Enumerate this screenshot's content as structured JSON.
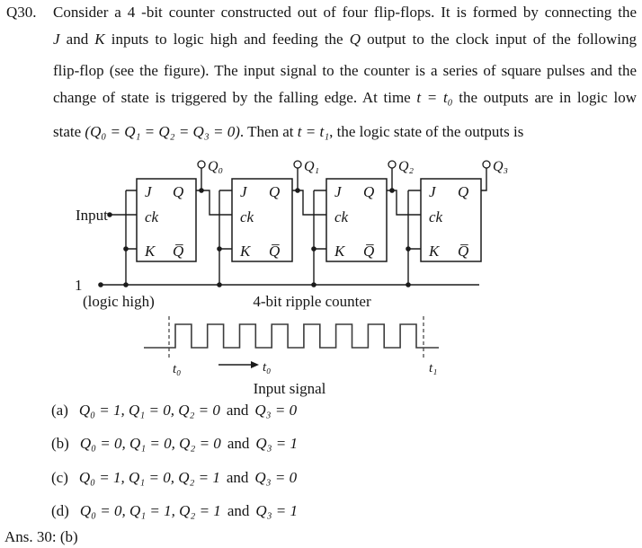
{
  "question": {
    "number": "Q30.",
    "lines": [
      {
        "segs": [
          {
            "t": "Consider a 4 -bit counter constructed out of four flip-flops. It is formed by connecting the"
          }
        ]
      },
      {
        "segs": [
          {
            "t": "J",
            "i": true
          },
          {
            "t": " and "
          },
          {
            "t": "K",
            "i": true
          },
          {
            "t": " inputs to logic high and feeding the "
          },
          {
            "t": "Q",
            "i": true
          },
          {
            "t": " output to the clock input of the following"
          }
        ]
      },
      {
        "segs": [
          {
            "t": "flip-flop (see the figure). The input signal to the counter is a series of square pulses and the"
          }
        ]
      },
      {
        "segs": [
          {
            "t": "change of state is triggered by the falling edge. At time "
          },
          {
            "t": "t = t₀",
            "i": true
          },
          {
            "t": " the outputs are in logic low"
          }
        ]
      },
      {
        "segs": [
          {
            "t": "state "
          },
          {
            "t": "(Q₀ = Q₁ = Q₂ = Q₃ = 0)",
            "i": true
          },
          {
            "t": ". Then at "
          },
          {
            "t": "t = t₁",
            "i": true
          },
          {
            "t": ", the logic state of the outputs is"
          }
        ]
      }
    ]
  },
  "circuit": {
    "pins": {
      "j": "J",
      "ck": "ck",
      "k": "K",
      "q": "Q",
      "qbar": "Q̅"
    },
    "outputs": [
      "Q₀",
      "Q₁",
      "Q₂",
      "Q₃"
    ],
    "input_label": "Input",
    "logic_one": "1",
    "logic_high": "(logic high)",
    "caption": "4-bit ripple counter"
  },
  "waveform": {
    "pulses": 8,
    "t0_left": "t₀",
    "t0_arrow": "t₀",
    "t1": "t₁",
    "caption": "Input signal"
  },
  "options": [
    {
      "label": "(a)",
      "math1": "Q₀ = 1, Q₁ = 0, Q₂ = 0",
      "conj": "and",
      "math2": "Q₃ = 0"
    },
    {
      "label": "(b)",
      "math1": "Q₀ = 0, Q₁ = 0, Q₂ = 0",
      "conj": "and",
      "math2": "Q₃ = 1"
    },
    {
      "label": "(c)",
      "math1": "Q₀ = 1, Q₁ = 0, Q₂ = 1",
      "conj": "and",
      "math2": "Q₃ = 0"
    },
    {
      "label": "(d)",
      "math1": "Q₀ = 0, Q₁ = 1, Q₂ = 1",
      "conj": "and",
      "math2": "Q₃ = 1"
    }
  ],
  "answer": "Ans. 30: (b)"
}
